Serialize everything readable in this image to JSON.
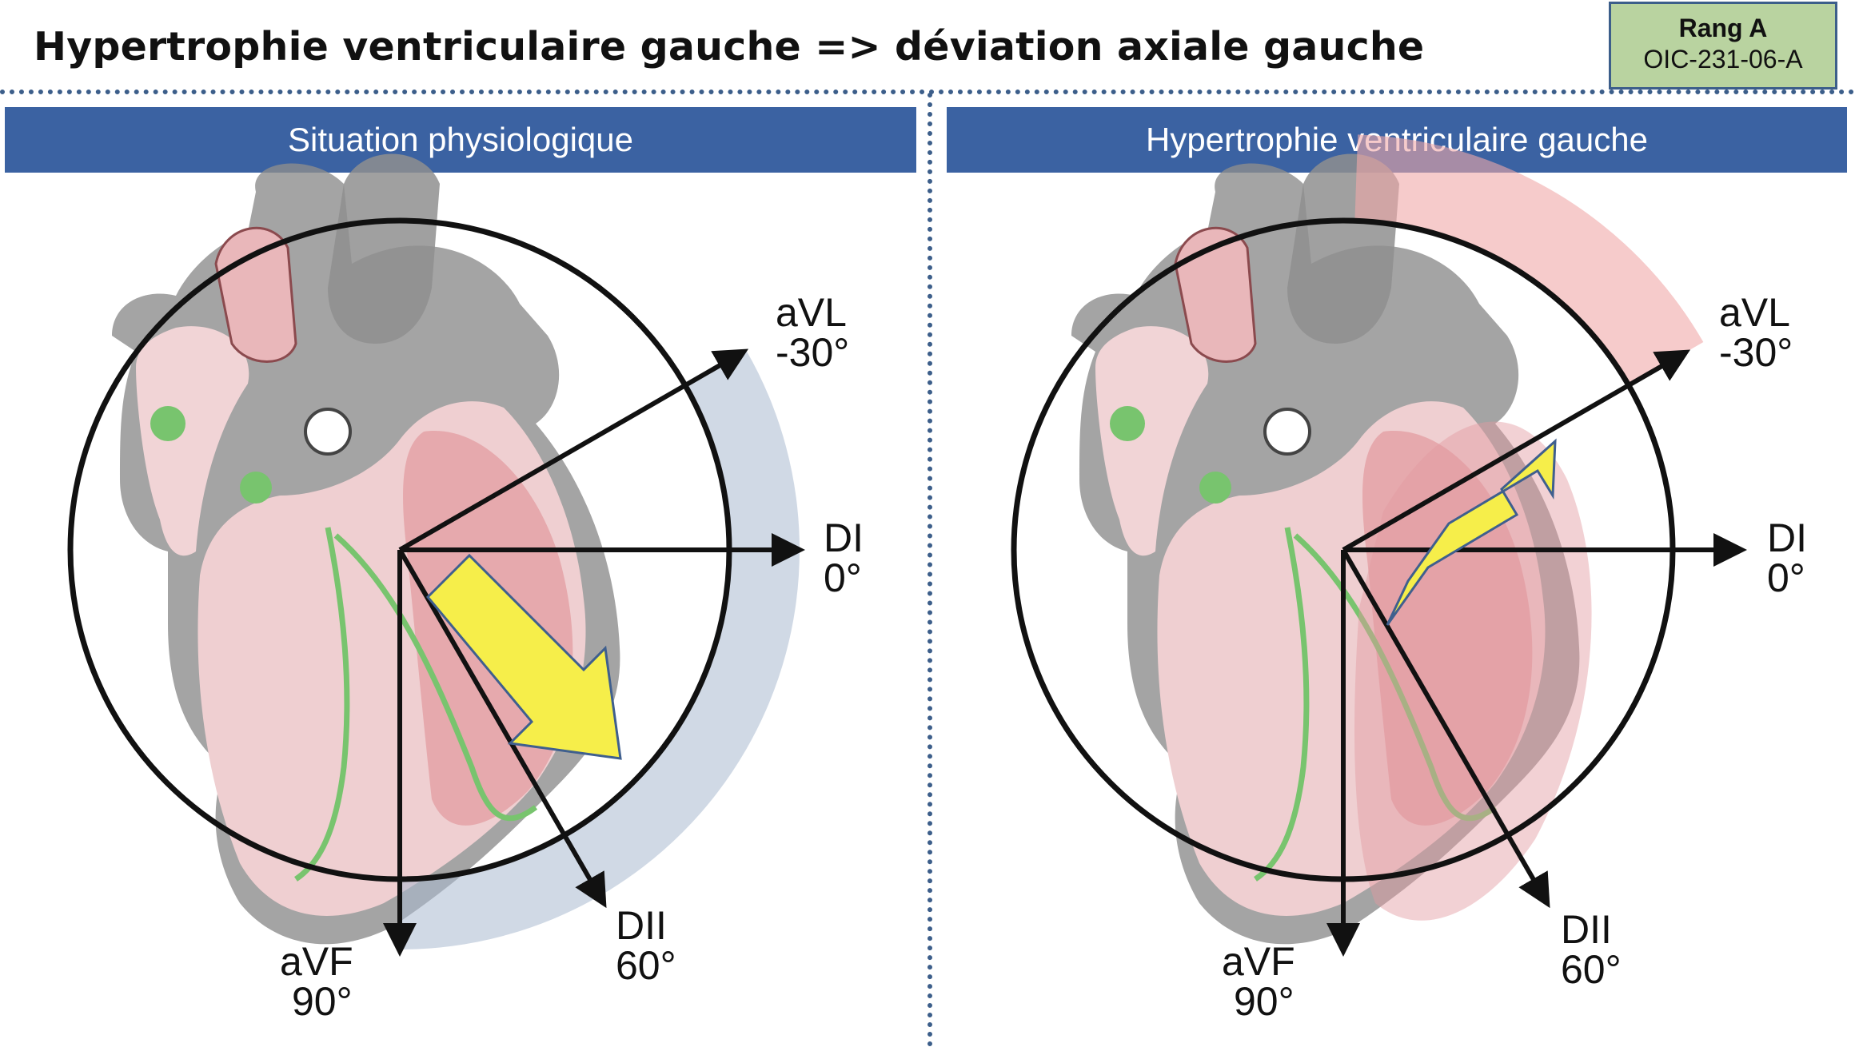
{
  "title": "Hypertrophie ventriculaire gauche => déviation axiale gauche",
  "badge": {
    "line1": "Rang A",
    "line2": "OIC-231-06-A"
  },
  "panels": [
    {
      "heading": "Situation physiologique",
      "normal_sector_color": "#a9b9d0",
      "vector_color": "#f6ee4a"
    },
    {
      "heading": "Hypertrophie ventriculaire gauche",
      "deviation_sector_color": "#f0a8a8",
      "vector_color": "#f6ee4a"
    }
  ],
  "leads": {
    "avl": {
      "name": "aVL",
      "angle": "-30°"
    },
    "di": {
      "name": "DI",
      "angle": "0°"
    },
    "dii": {
      "name": "DII",
      "angle": "60°"
    },
    "avf": {
      "name": "aVF",
      "angle": "90°"
    }
  },
  "icons": {
    "heart": "heart-anatomy-illustration"
  }
}
